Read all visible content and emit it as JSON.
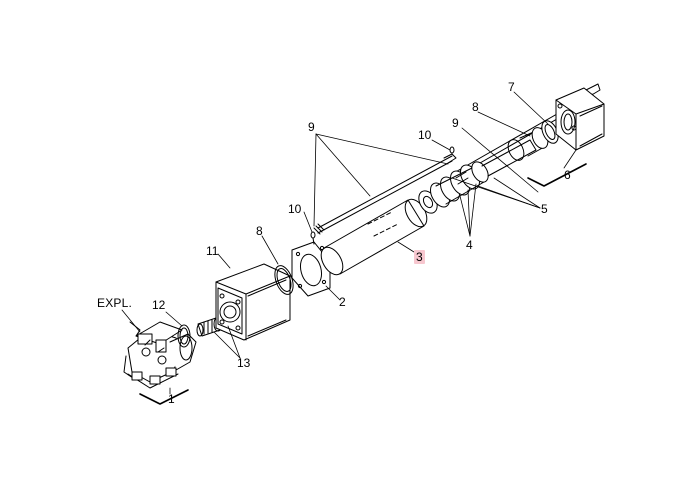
{
  "labels": {
    "expl": "EXPL.",
    "p1": "1",
    "p2": "2",
    "p3": "3",
    "p4": "4",
    "p5": "5",
    "p6": "6",
    "p7": "7",
    "p8a": "8",
    "p8b": "8",
    "p9a": "9",
    "p9b": "9",
    "p10a": "10",
    "p10b": "10",
    "p11": "11",
    "p12": "12",
    "p13": "13"
  },
  "colors": {
    "line": "#000000",
    "highlight": "#f7c7cf",
    "background": "#ffffff"
  }
}
